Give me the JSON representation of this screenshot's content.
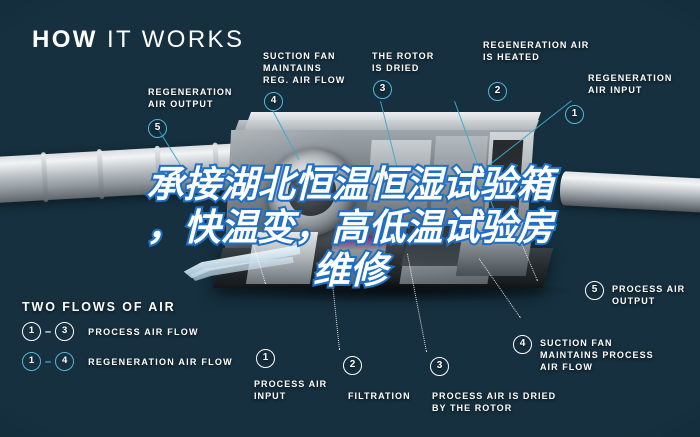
{
  "page": {
    "title": "HOW IT WORKS",
    "title_bold": "HOW",
    "title_light": "IT WORKS",
    "background_color": "#16303f",
    "accent_cyan": "#53b7d6",
    "text_color": "#ffffff"
  },
  "overlay": {
    "lines": [
      "承接湖北恒温恒湿试验箱",
      "，快温变，高低温试验房",
      "维修"
    ],
    "full_text": "承接湖北恒温恒湿试验箱，快温变，高低温试验房维修",
    "fill_color": "#ffffff",
    "stroke_color": "#1f6fc4"
  },
  "callouts": [
    {
      "id": "regeneration-air-output",
      "number": "5",
      "label": "REGENERATION\nAIR OUTPUT",
      "line1": "REGENERATION",
      "line2": "AIR OUTPUT",
      "flow": "regeneration",
      "marker_style": "cyan"
    },
    {
      "id": "suction-fan-reg",
      "number": "4",
      "label": "SUCTION FAN MAINTAINS REG. AIR FLOW",
      "line1": "SUCTION FAN",
      "line2": "MAINTAINS",
      "line3": "REG. AIR FLOW",
      "flow": "regeneration",
      "marker_style": "cyan"
    },
    {
      "id": "rotor-is-dried",
      "number": "3",
      "label": "THE ROTOR IS DRIED",
      "line1": "THE ROTOR",
      "line2": "IS DRIED",
      "flow": "regeneration",
      "marker_style": "cyan"
    },
    {
      "id": "regeneration-air-heated",
      "number": "2",
      "label": "REGENERATION AIR IS HEATED",
      "line1": "REGENERATION AIR",
      "line2": "IS HEATED",
      "flow": "regeneration",
      "marker_style": "cyan"
    },
    {
      "id": "regeneration-air-input",
      "number": "1",
      "label": "REGENERATION AIR INPUT",
      "line1": "REGENERATION",
      "line2": "AIR INPUT",
      "flow": "regeneration",
      "marker_style": "cyan"
    },
    {
      "id": "process-air-input",
      "number": "1",
      "label": "PROCESS AIR INPUT",
      "line1": "PROCESS AIR",
      "line2": "INPUT",
      "flow": "process",
      "marker_style": "white"
    },
    {
      "id": "filtration",
      "number": "2",
      "label": "FILTRATION",
      "line1": "FILTRATION",
      "line2": "",
      "flow": "process",
      "marker_style": "white"
    },
    {
      "id": "process-air-dried",
      "number": "3",
      "label": "PROCESS AIR IS DRIED BY THE ROTOR",
      "line1": "PROCESS AIR IS DRIED",
      "line2": "BY THE ROTOR",
      "flow": "process",
      "marker_style": "white"
    },
    {
      "id": "suction-fan-process",
      "number": "4",
      "label": "SUCTION FAN MAINTAINS PROCESS AIR FLOW",
      "line1": "SUCTION FAN",
      "line2": "MAINTAINS PROCESS",
      "line3": "AIR FLOW",
      "flow": "process",
      "marker_style": "white"
    },
    {
      "id": "process-air-output",
      "number": "5",
      "label": "PROCESS AIR OUTPUT",
      "line1": "PROCESS AIR",
      "line2": "OUTPUT",
      "flow": "process",
      "marker_style": "white"
    }
  ],
  "legend": {
    "title": "TWO FLOWS OF AIR",
    "rows": [
      {
        "from": "1",
        "dash": "–",
        "to": "3",
        "label": "PROCESS AIR FLOW",
        "style": "white"
      },
      {
        "from": "1",
        "dash": "–",
        "to": "4",
        "label": "REGENERATION AIR FLOW",
        "style": "cyan"
      }
    ]
  }
}
